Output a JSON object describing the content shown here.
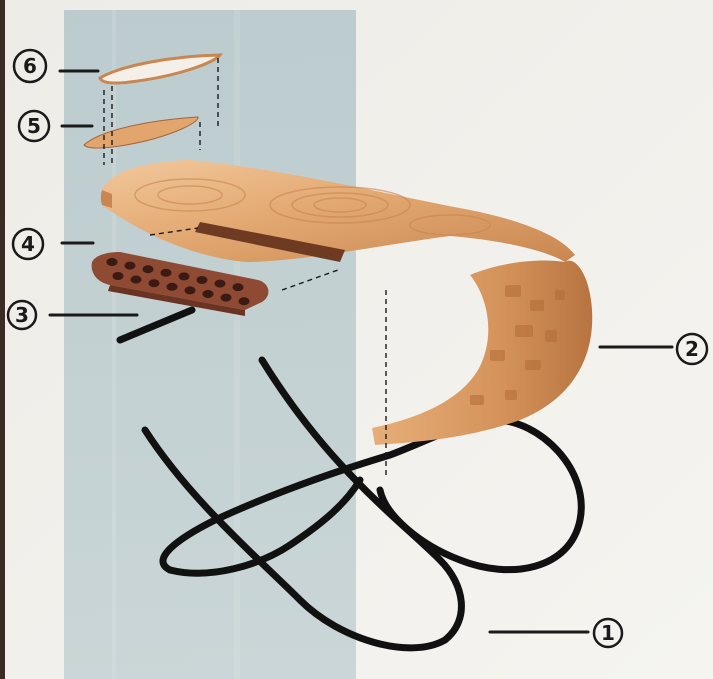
{
  "diagram": {
    "colors": {
      "background": "#f1f0ec",
      "panel": "#b9c9cc",
      "wood_light": "#e9b98a",
      "wood_mid": "#d79a63",
      "wood_dark": "#b8713d",
      "bowl": "#8a4a34",
      "wire": "#111111",
      "ink": "#1a1a1a"
    },
    "callouts": [
      {
        "id": "1",
        "label": "1"
      },
      {
        "id": "2",
        "label": "2"
      },
      {
        "id": "3",
        "label": "3"
      },
      {
        "id": "4",
        "label": "4"
      },
      {
        "id": "5",
        "label": "5"
      },
      {
        "id": "6",
        "label": "6"
      }
    ],
    "parts": {
      "base": "bent-wire-frame",
      "seat": "curved-wooden-shell",
      "bowl_holder": "perforated-tray",
      "rod": "support-rod",
      "disc_lower": "oval-disc",
      "disc_upper": "oval-lid"
    },
    "bowl_holes": 16
  }
}
